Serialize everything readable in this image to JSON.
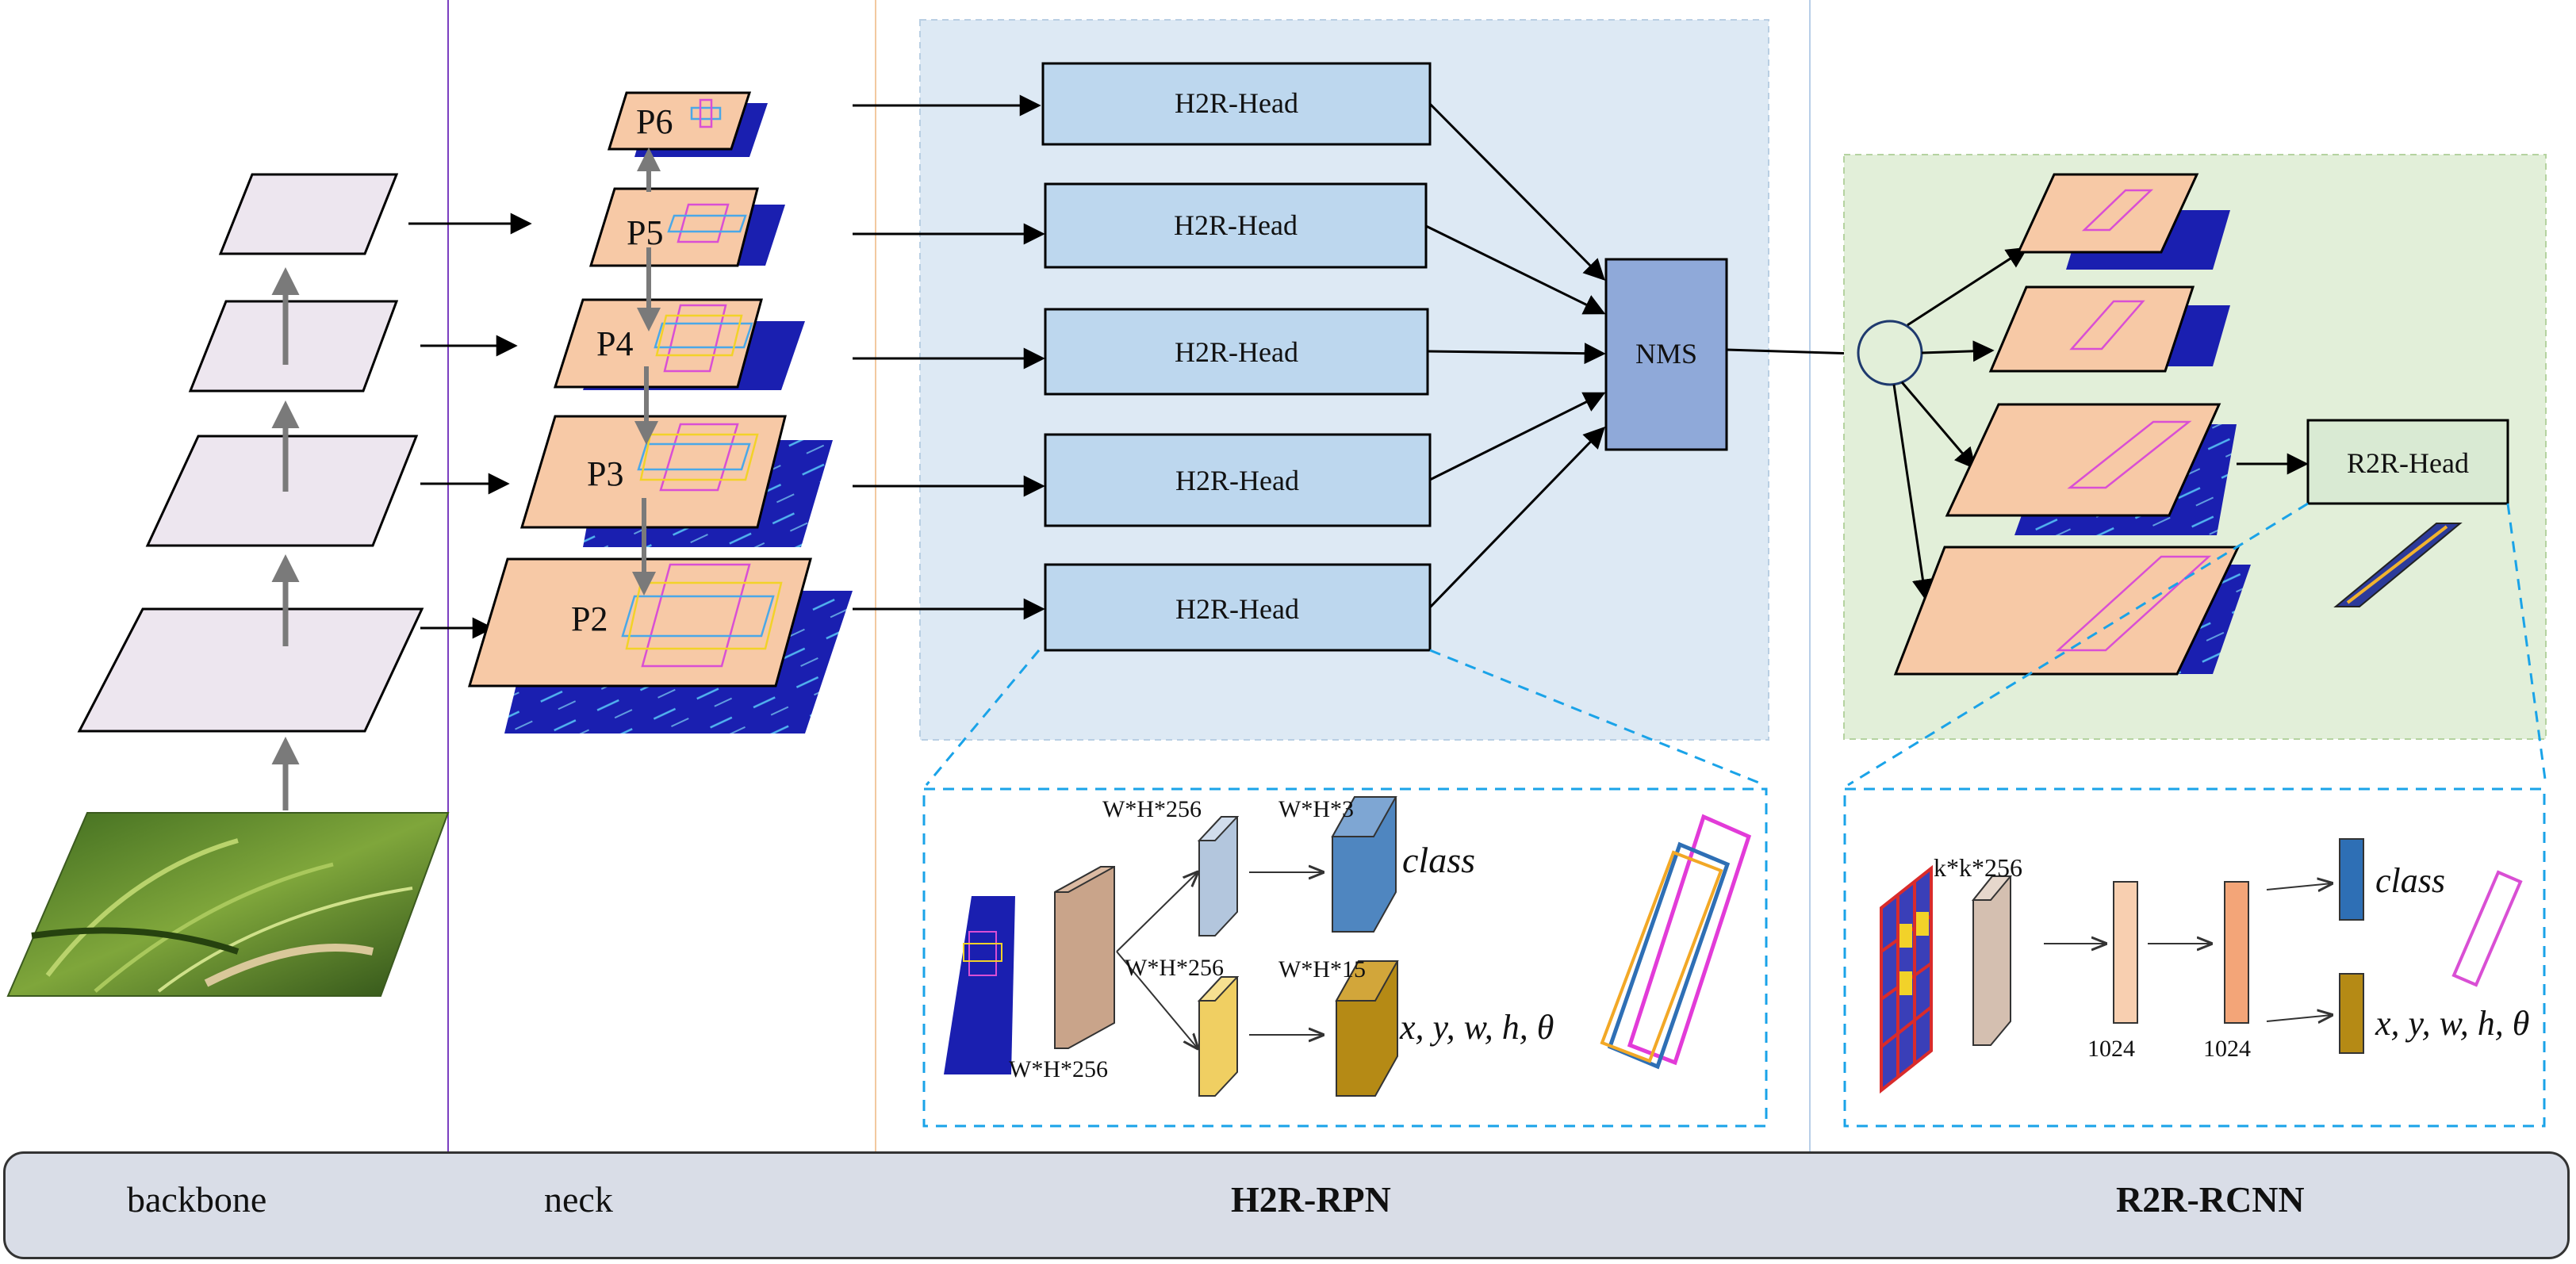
{
  "feature_labels": [
    "P6",
    "P5",
    "P4",
    "P3",
    "P2"
  ],
  "h2r_head_label": "H2R-Head",
  "nms_label": "NMS",
  "r2r_head_label": "R2R-Head",
  "h2r_detail": {
    "input_label": "W*H*256",
    "cls_feat_label": "W*H*256",
    "reg_feat_label": "W*H*256",
    "cls_out_label": "W*H*3",
    "reg_out_label": "W*H*15",
    "class_label": "class",
    "reg_label": "x, y, w, h, θ"
  },
  "r2r_detail": {
    "roi_label": "k*k*256",
    "fc1_label": "1024",
    "fc2_label": "1024",
    "class_label": "class",
    "reg_label": "x, y, w, h, θ"
  },
  "stages": {
    "backbone": "backbone",
    "neck": "neck",
    "h2r_rpn": "H2R-RPN",
    "r2r_rcnn": "R2R-RCNN"
  },
  "colors": {
    "backbone_fill": "#ede6ef",
    "feature_fill": "#f7c9a6",
    "heatmap_fill": "#1a1fb0",
    "rpn_panel": "#dde9f4",
    "head_fill": "#bdd7ee",
    "nms_fill": "#8fa9d9",
    "rcnn_panel": "#e2efd9",
    "r2r_head_fill": "#d9ead3",
    "dashed_blue": "#1aa3e8"
  }
}
